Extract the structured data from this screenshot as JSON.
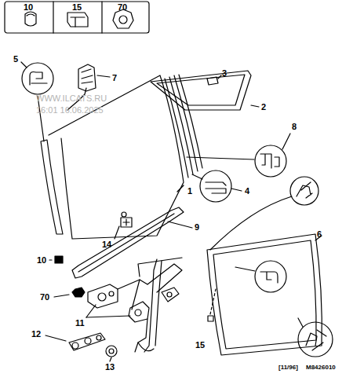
{
  "diagram": {
    "labels": [
      "10",
      "15",
      "70",
      "5",
      "7",
      "3",
      "2",
      "WWW.ILCATS.RU",
      "16:01 16.06.2025",
      "8",
      "1",
      "4",
      "6",
      "9",
      "14",
      "10",
      "70",
      "11",
      "12",
      "13",
      "15",
      "[11/96]",
      "M8426010"
    ]
  }
}
